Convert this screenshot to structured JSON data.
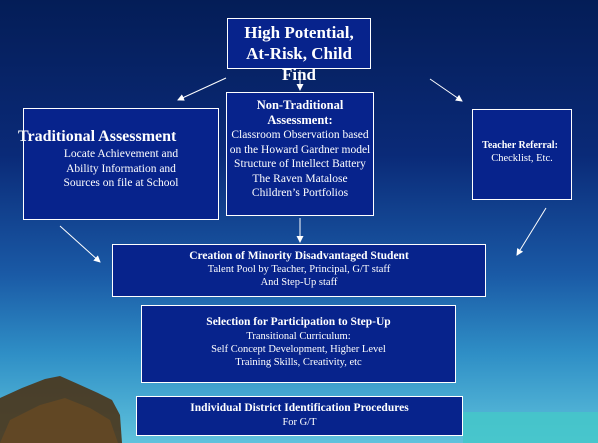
{
  "colors": {
    "box_fill": "#07238c",
    "box_border": "#ffffff",
    "text": "#ffffff",
    "arrow": "#ffffff"
  },
  "top": {
    "line1": "High Potential,",
    "line2": "At-Risk, Child Find"
  },
  "traditional": {
    "title": "Traditional Assessment",
    "lines": [
      "Locate Achievement and",
      "Ability Information and",
      "Sources on file at School"
    ]
  },
  "non_traditional": {
    "title": "Non-Traditional Assessment:",
    "lines": [
      "Classroom Observation based",
      "on the Howard Gardner model",
      "Structure of Intellect Battery",
      "The Raven Matalose",
      "Children’s Portfolios"
    ]
  },
  "teacher_referral": {
    "title": "Teacher Referral:",
    "line": "Checklist, Etc."
  },
  "creation": {
    "title": "Creation of Minority Disadvantaged Student",
    "lines": [
      "Talent Pool by Teacher, Principal, G/T staff",
      "And Step-Up staff"
    ]
  },
  "selection": {
    "title": "Selection for Participation to Step-Up",
    "lines": [
      "Transitional Curriculum:",
      "Self Concept Development, Higher Level",
      "Training Skills, Creativity, etc"
    ]
  },
  "district": {
    "title": "Individual District Identification Procedures",
    "line": "For G/T"
  }
}
